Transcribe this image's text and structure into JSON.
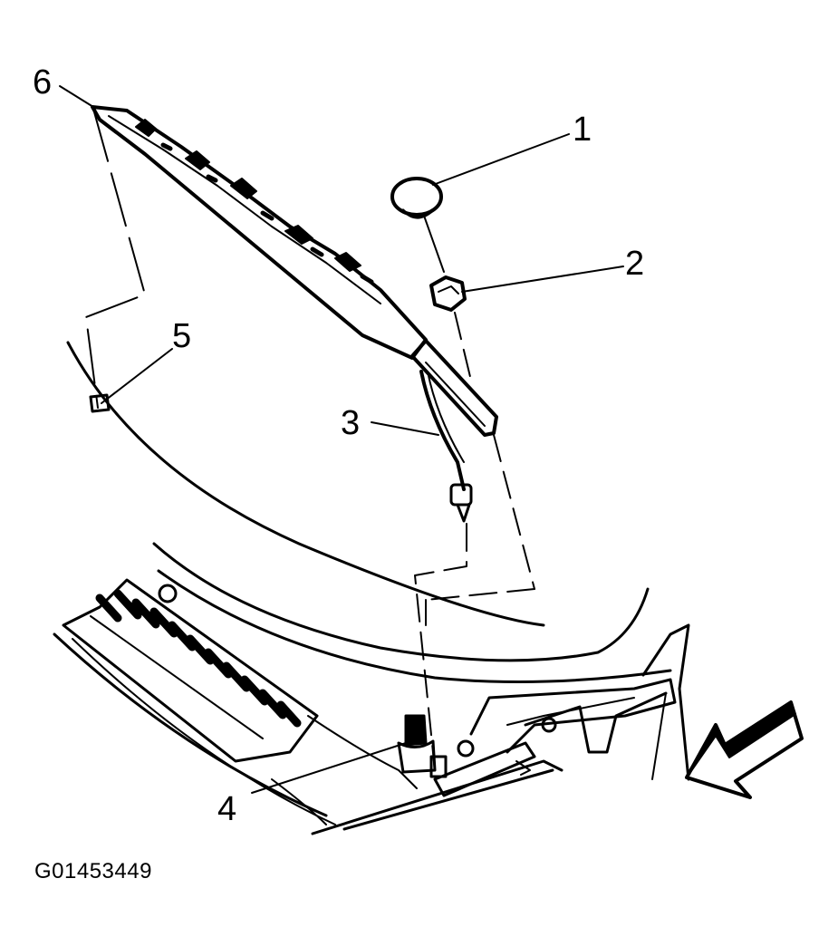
{
  "callouts": {
    "c1": "1",
    "c2": "2",
    "c3": "3",
    "c4": "4",
    "c5": "5",
    "c6": "6"
  },
  "figure_code": "G01453449",
  "colors": {
    "ink": "#000000",
    "paper": "#ffffff"
  }
}
